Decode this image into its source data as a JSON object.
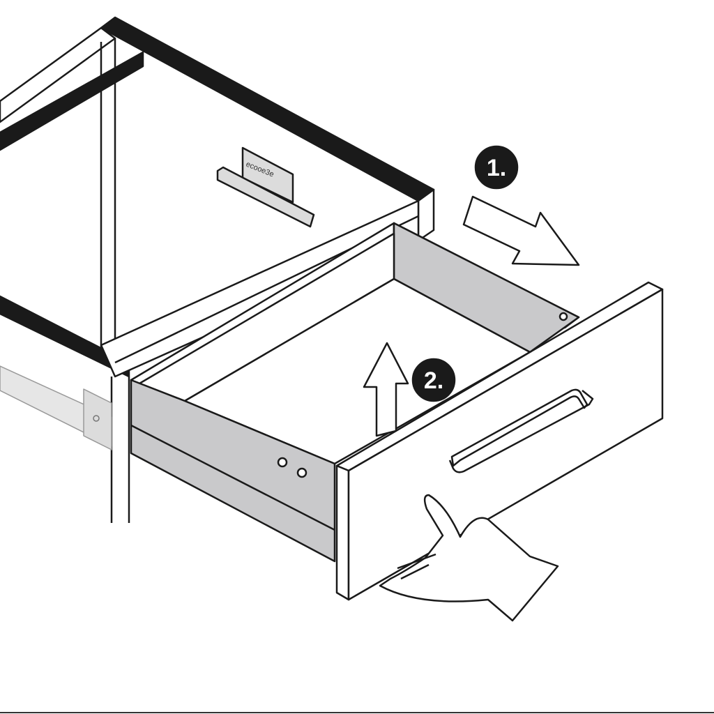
{
  "diagram": {
    "steps": [
      {
        "number": "1.",
        "action": "pull-out"
      },
      {
        "number": "2.",
        "action": "lift-up"
      }
    ],
    "rail_label": "ecooe3e",
    "colors": {
      "line": "#1a1a1a",
      "panel_gray": "#c9c9cb",
      "rail_gray": "#dcdcdc",
      "frame_black": "#1a1a1a",
      "white": "#ffffff"
    }
  }
}
